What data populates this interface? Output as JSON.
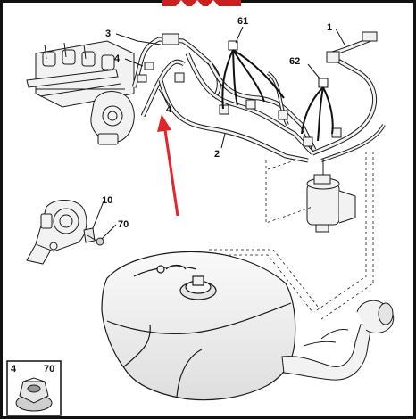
{
  "callouts": [
    {
      "id": "c3",
      "label": "3"
    },
    {
      "id": "c61",
      "label": "61"
    },
    {
      "id": "c1",
      "label": "1"
    },
    {
      "id": "c4a",
      "label": "4"
    },
    {
      "id": "c4b",
      "label": "4"
    },
    {
      "id": "c62",
      "label": "62"
    },
    {
      "id": "c2",
      "label": "2"
    },
    {
      "id": "c10",
      "label": "10"
    },
    {
      "id": "c70",
      "label": "70"
    }
  ],
  "kit_box": {
    "labels": [
      "4",
      "70"
    ]
  },
  "colors": {
    "banner": "#cc1f1f",
    "arrow": "#e3262b",
    "line": "#1a1a1a",
    "part_fill": "#f2f2f2",
    "shade": "#d0d0d0",
    "border": "#111111"
  },
  "icons": [
    "warning-triangle-icon",
    "pointer-arrow-icon",
    "flange-nut-icon"
  ]
}
